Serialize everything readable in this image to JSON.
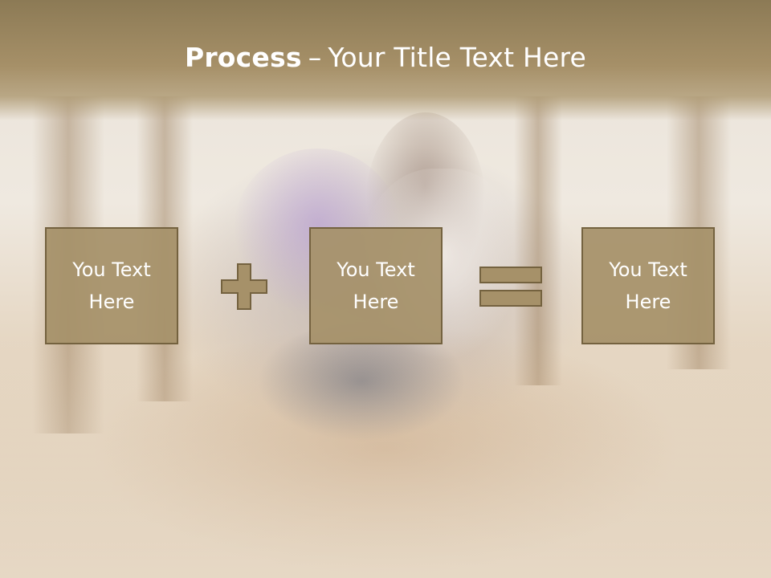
{
  "slide": {
    "title_bold": "Process",
    "title_dash": "–",
    "title_rest": "Your Title Text Here",
    "boxes": [
      {
        "line1": "You Text",
        "line2": "Here"
      },
      {
        "line1": "You Text",
        "line2": "Here"
      },
      {
        "line1": "You Text",
        "line2": "Here"
      }
    ],
    "operators": [
      "plus-icon",
      "equals-icon"
    ]
  },
  "colors": {
    "title_bar": "#a69068",
    "box_fill": "#a69169",
    "box_border": "#74623f",
    "text": "#ffffff"
  }
}
